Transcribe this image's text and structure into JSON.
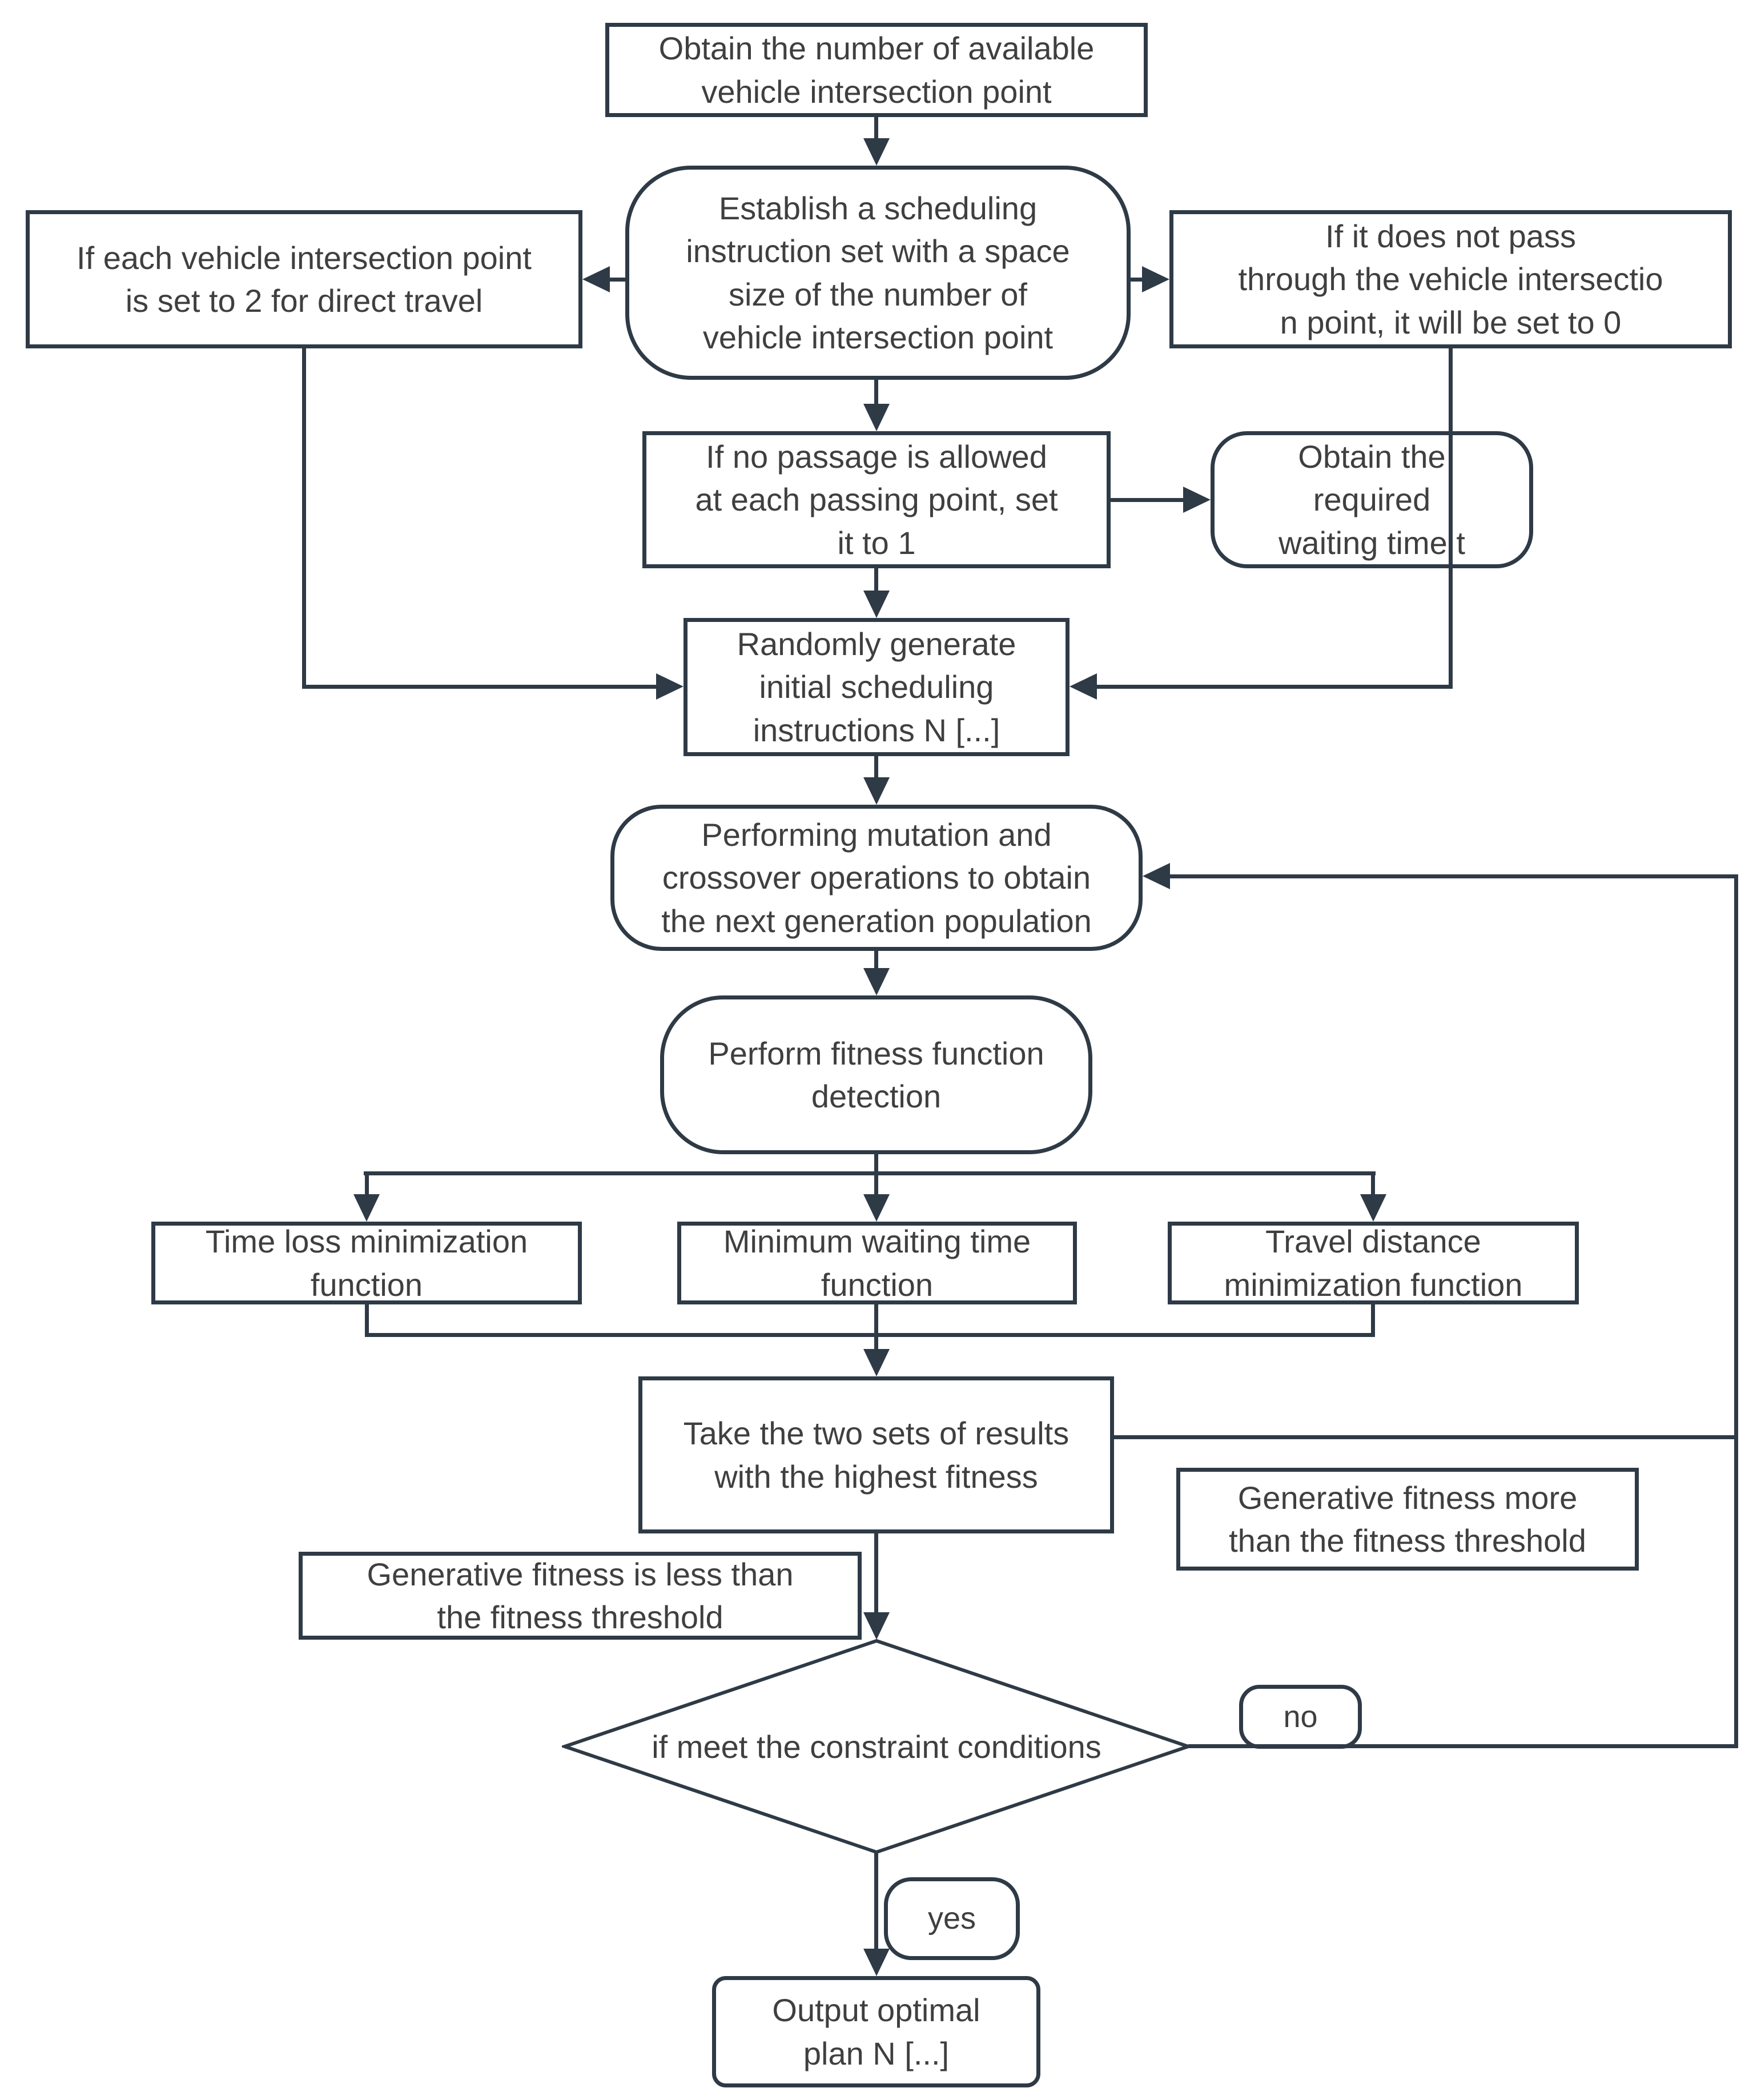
{
  "flowchart": {
    "colors": {
      "stroke": "#2e3a46",
      "text": "#3f3f3f",
      "background": "#ffffff"
    },
    "nodes": {
      "obtain_number": "Obtain the number of available\nvehicle intersection point",
      "establish_set": "Establish a scheduling\ninstruction set with a space\nsize of the number of\nvehicle intersection point",
      "direct_travel": "If each vehicle intersection point\nis set to 2 for direct travel",
      "not_pass": "If it does not pass\nthrough the vehicle intersectio\nn point, it will be set to 0",
      "no_passage": "If no passage is allowed\nat each passing point, set\nit to 1",
      "waiting_time": "Obtain the\nrequired\nwaiting time t",
      "random_generate": "Randomly generate\ninitial scheduling\ninstructions N [...]",
      "mutation_crossover": "Performing mutation and\ncrossover operations to obtain\nthe next generation population",
      "fitness_detection": "Perform fitness function\ndetection",
      "time_loss": "Time loss  minimization\nfunction",
      "min_waiting": "Minimum waiting time\nfunction",
      "travel_distance": "Travel distance\nminimization function",
      "take_two_sets": "Take the two sets of results\nwith the highest fitness",
      "gen_more": "Generative fitness more\nthan the fitness threshold",
      "gen_less": "Generative fitness is less than\nthe fitness threshold",
      "constraint_decision": "if meet the constraint conditions",
      "output_plan": "Output optimal\nplan N [...]"
    },
    "branch_labels": {
      "no": "no",
      "yes": "yes"
    }
  }
}
